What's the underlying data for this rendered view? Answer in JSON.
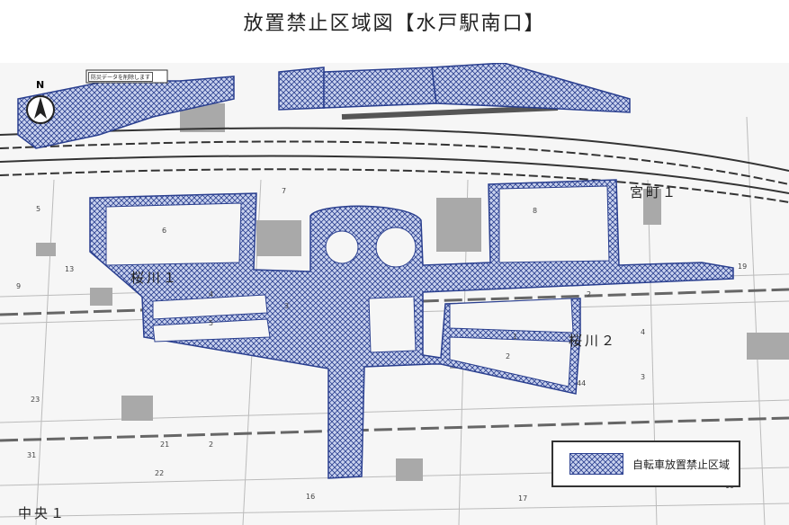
{
  "title": "放置禁止区域図【水戸駅南口】",
  "north_label": "N",
  "legend": {
    "label": "自転車放置禁止区域",
    "hatch_color": "#2a3f8f",
    "fill_color": "#c9d2ee"
  },
  "districts": {
    "miyamachi": "宮町１",
    "sakuragawa1": "桜川１",
    "sakuragawa2": "桜川２",
    "chuo1": "中央１"
  },
  "notice_label": "防災データを削除します",
  "block_numbers": [
    "7",
    "6",
    "5",
    "4",
    "5",
    "3",
    "8",
    "2",
    "1",
    "3",
    "4",
    "2",
    "13",
    "9",
    "19",
    "23",
    "22",
    "31",
    "21",
    "2",
    "16",
    "17",
    "44",
    "19"
  ]
}
